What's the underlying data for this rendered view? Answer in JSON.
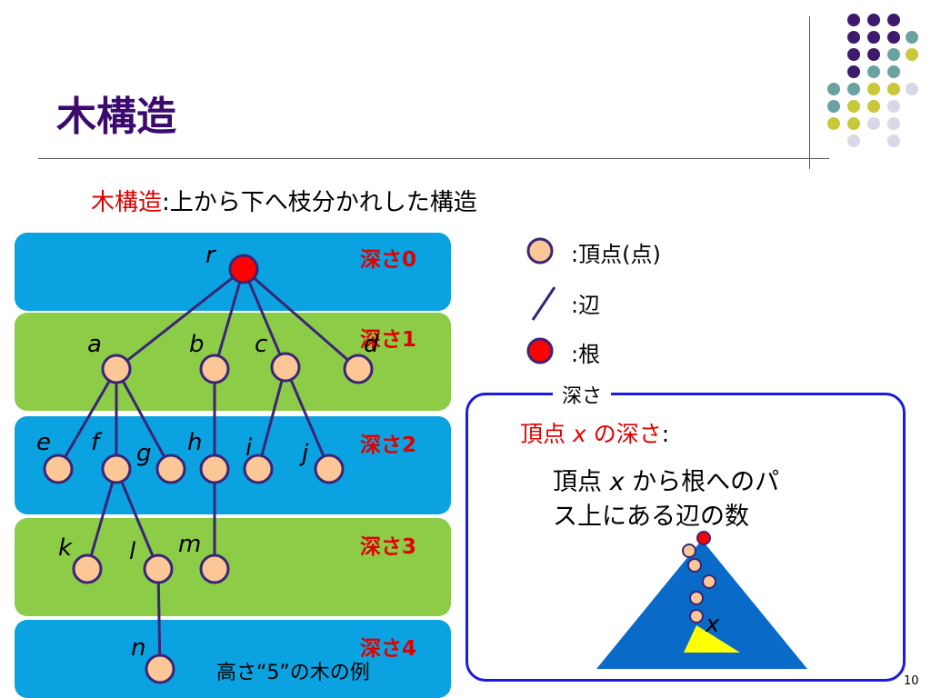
{
  "slide": {
    "title": "木構造",
    "subtitle_keyword": "木構造",
    "subtitle_rest": ":上から下へ枝分かれした構造",
    "page_number": "10"
  },
  "tree": {
    "depth_labels": [
      "深さ0",
      "深さ1",
      "深さ2",
      "深さ3",
      "深さ4"
    ],
    "node_labels": {
      "r": "r",
      "a": "a",
      "b": "b",
      "c": "c",
      "d": "d",
      "e": "e",
      "f": "f",
      "g": "g",
      "h": "h",
      "i": "i",
      "j": "j",
      "k": "k",
      "l": "l",
      "m": "m",
      "n": "n"
    },
    "caption": "高さ“5”の木の例"
  },
  "legend": {
    "vertex": ":頂点(点)",
    "edge": ":辺",
    "root": ":根"
  },
  "depth_box": {
    "tag": "深さ",
    "heading_pre": "頂点 ",
    "heading_var": "x",
    "heading_post": " の深さ",
    "heading_colon": ":",
    "def_line1_pre": "頂点 ",
    "def_line1_var": "x",
    "def_line1_post": " から根へのパ",
    "def_line2": "ス上にある辺の数",
    "marker_label": "x"
  },
  "colors": {
    "title": "#3a0a6e",
    "band_blue": "#0aa2e0",
    "band_green": "#8ccc47",
    "node_fill": "#fbc797",
    "node_stroke": "#3a2577",
    "root_fill": "#ff0000",
    "edge": "#3a2577",
    "depth_label": "#e00000",
    "triangle": "#0a6ac8",
    "triangle_tip": "#ffff00"
  }
}
